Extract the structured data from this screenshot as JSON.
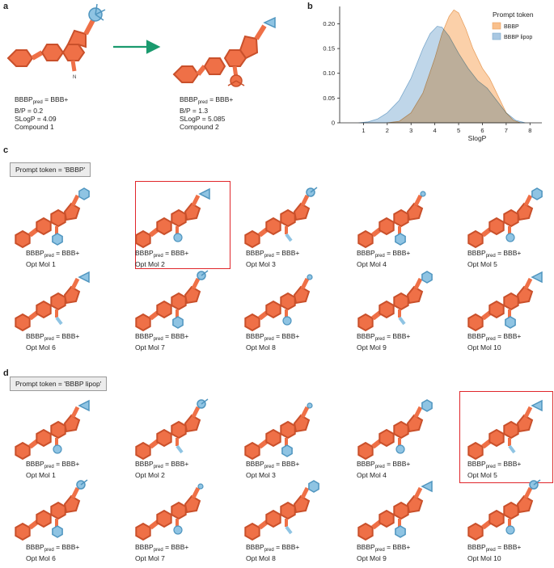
{
  "panels": {
    "a": "a",
    "b": "b",
    "c": "c",
    "d": "d"
  },
  "panel_a": {
    "compound1": {
      "line1_prefix": "BBBP",
      "line1_sub": "pred",
      "line1_suffix": " = BBB+",
      "bp": "B/P = 0.2",
      "slogp": "SLogP = 4.09",
      "name": "Compound 1"
    },
    "compound2": {
      "line1_prefix": "BBBP",
      "line1_sub": "pred",
      "line1_suffix": " = BBB+",
      "bp": "B/P = 1.3",
      "slogp": "SLogP = 5.085",
      "name": "Compound 2"
    }
  },
  "chart_data": {
    "type": "area",
    "xlabel": "SlogP",
    "ylabel": "",
    "xlim": [
      0,
      8.5
    ],
    "ylim": [
      0,
      0.235
    ],
    "xticks": [
      1,
      2,
      3,
      4,
      5,
      6,
      7,
      8
    ],
    "yticks": [
      0,
      0.05,
      0.1,
      0.15,
      0.2
    ],
    "ytick_labels": [
      "0",
      "0.05",
      "0.10",
      "0.15",
      "0.20"
    ],
    "grid": false,
    "legend_title": "Prompt token",
    "legend_position": "top-right",
    "series": [
      {
        "name": "BBBP",
        "color": "#f9c08c",
        "x": [
          2.0,
          2.5,
          3.0,
          3.5,
          4.0,
          4.3,
          4.6,
          4.8,
          5.0,
          5.3,
          5.6,
          6.0,
          6.3,
          6.6,
          7.0,
          7.3,
          7.6
        ],
        "y": [
          0.0,
          0.003,
          0.02,
          0.06,
          0.13,
          0.18,
          0.215,
          0.228,
          0.222,
          0.19,
          0.15,
          0.11,
          0.09,
          0.06,
          0.02,
          0.005,
          0.0
        ]
      },
      {
        "name": "BBBP lipop",
        "color": "#a9c8e2",
        "x": [
          0.8,
          1.2,
          1.6,
          2.0,
          2.5,
          3.0,
          3.5,
          3.8,
          4.1,
          4.3,
          4.6,
          5.0,
          5.4,
          5.8,
          6.2,
          6.6,
          7.0,
          7.4,
          7.8
        ],
        "y": [
          0.0,
          0.002,
          0.008,
          0.02,
          0.045,
          0.09,
          0.15,
          0.18,
          0.195,
          0.193,
          0.175,
          0.14,
          0.11,
          0.085,
          0.07,
          0.045,
          0.02,
          0.005,
          0.0
        ]
      }
    ]
  },
  "panel_c": {
    "prompt": "Prompt token = 'BBBP'",
    "mols": [
      {
        "prefix": "BBBP",
        "sub": "pred",
        "suffix": " = BBB+",
        "name": "Opt Mol 1"
      },
      {
        "prefix": "BBBP",
        "sub": "pred",
        "suffix": " = BBB+",
        "name": "Opt Mol 2"
      },
      {
        "prefix": "BBBP",
        "sub": "pred",
        "suffix": " = BBB+",
        "name": "Opt Mol 3"
      },
      {
        "prefix": "BBBP",
        "sub": "pred",
        "suffix": " = BBB+",
        "name": "Opt Mol 4"
      },
      {
        "prefix": "BBBP",
        "sub": "pred",
        "suffix": " = BBB+",
        "name": "Opt Mol 5"
      },
      {
        "prefix": "BBBP",
        "sub": "pred",
        "suffix": " = BBB+",
        "name": "Opt Mol 6"
      },
      {
        "prefix": "BBBP",
        "sub": "pred",
        "suffix": " = BBB+",
        "name": "Opt Mol 7"
      },
      {
        "prefix": "BBBP",
        "sub": "pred",
        "suffix": " = BBB+",
        "name": "Opt Mol 8"
      },
      {
        "prefix": "BBBP",
        "sub": "pred",
        "suffix": " = BBB+",
        "name": "Opt Mol 9"
      },
      {
        "prefix": "BBBP",
        "sub": "pred",
        "suffix": " = BBB+",
        "name": "Opt Mol 10"
      }
    ]
  },
  "panel_d": {
    "prompt": "Prompt token = 'BBBP lipop'",
    "mols": [
      {
        "prefix": "BBBP",
        "sub": "pred",
        "suffix": " = BBB+",
        "name": "Opt Mol 1"
      },
      {
        "prefix": "BBBP",
        "sub": "pred",
        "suffix": " = BBB+",
        "name": "Opt Mol 2"
      },
      {
        "prefix": "BBBP",
        "sub": "pred",
        "suffix": " = BBB+",
        "name": "Opt Mol 3"
      },
      {
        "prefix": "BBBP",
        "sub": "pred",
        "suffix": " = BBB+",
        "name": "Opt Mol 4"
      },
      {
        "prefix": "BBBP",
        "sub": "pred",
        "suffix": " = BBB+",
        "name": "Opt Mol 5"
      },
      {
        "prefix": "BBBP",
        "sub": "pred",
        "suffix": " = BBB+",
        "name": "Opt Mol 6"
      },
      {
        "prefix": "BBBP",
        "sub": "pred",
        "suffix": " = BBB+",
        "name": "Opt Mol 7"
      },
      {
        "prefix": "BBBP",
        "sub": "pred",
        "suffix": " = BBB+",
        "name": "Opt Mol 8"
      },
      {
        "prefix": "BBBP",
        "sub": "pred",
        "suffix": " = BBB+",
        "name": "Opt Mol 9"
      },
      {
        "prefix": "BBBP",
        "sub": "pred",
        "suffix": " = BBB+",
        "name": "Opt Mol 10"
      }
    ]
  },
  "colors": {
    "core": "#ef7047",
    "core_edge": "#c9502b",
    "substituent": "#8fc4e3",
    "substituent_edge": "#4f95bf",
    "arrow": "#1a9a6e",
    "highlight": "#e0262b"
  }
}
